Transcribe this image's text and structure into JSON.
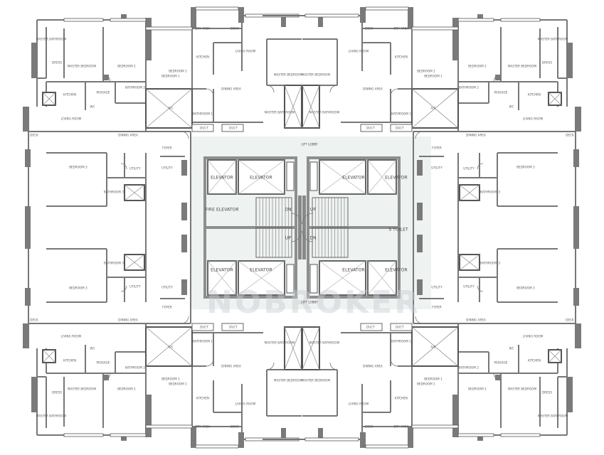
{
  "units": [
    {
      "rooms": [
        "MASTER BATHROOM",
        "DRESS",
        "MASTER BEDROOM",
        "BEDROOM 2",
        "KITCHEN",
        "PASSAGE",
        "BATHROOM 2",
        "WC",
        "LIVING ROOM",
        "DECK",
        "DINING AREA",
        "BEDROOM 1",
        "DRY AREA",
        "DECK",
        "KITCHEN",
        "LIVING ROOM",
        "BEDROOM 1",
        "DINING AREA",
        "BATHROOM 1",
        "MASTER BEDROOM",
        "MASTER BATHROOM",
        "DUCT",
        "DUCT",
        "BEDROOM 3",
        "UTILITY",
        "UTILITY",
        "BATHROOM 3",
        "FOYER",
        "A/C"
      ]
    },
    {
      "rooms": [
        "MASTER BATHROOM",
        "DRESS",
        "MASTER BEDROOM",
        "BEDROOM 2",
        "KITCHEN",
        "PASSAGE",
        "BATHROOM 2",
        "WC",
        "LIVING ROOM",
        "DECK",
        "DINING AREA",
        "BEDROOM 1",
        "DRY AREA",
        "DECK",
        "KITCHEN",
        "LIVING ROOM",
        "BEDROOM 1",
        "DINING AREA",
        "BATHROOM 1",
        "MASTER BEDROOM",
        "MASTER BATHROOM",
        "DUCT",
        "DUCT",
        "BEDROOM 3",
        "UTILITY",
        "UTILITY",
        "BATHROOM 3",
        "FOYER",
        "A/C"
      ]
    },
    {
      "rooms": [
        "MASTER BATHROOM",
        "DRESS",
        "MASTER BEDROOM",
        "BEDROOM 2",
        "KITCHEN",
        "PASSAGE",
        "BATHROOM 2",
        "WC",
        "LIVING ROOM",
        "DECK",
        "DINING AREA",
        "BEDROOM 1",
        "DRY AREA",
        "DECK",
        "KITCHEN",
        "LIVING ROOM",
        "BEDROOM 1",
        "DINING AREA",
        "BATHROOM 1",
        "MASTER BEDROOM",
        "MASTER BATHROOM",
        "DUCT",
        "DUCT",
        "BEDROOM 3",
        "UTILITY",
        "UTILITY",
        "BATHROOM 3",
        "FOYER",
        "A/C"
      ]
    },
    {
      "rooms": [
        "MASTER BATHROOM",
        "DRESS",
        "MASTER BEDROOM",
        "BEDROOM 2",
        "KITCHEN",
        "PASSAGE",
        "BATHROOM 2",
        "WC",
        "LIVING ROOM",
        "DECK",
        "DINING AREA",
        "BEDROOM 1",
        "DRY AREA",
        "DECK",
        "KITCHEN",
        "LIVING ROOM",
        "BEDROOM 1",
        "DINING AREA",
        "BATHROOM 1",
        "MASTER BEDROOM",
        "MASTER BATHROOM",
        "DUCT",
        "DUCT",
        "BEDROOM 3",
        "UTILITY",
        "UTILITY",
        "BATHROOM 3",
        "FOYER",
        "A/C"
      ]
    }
  ],
  "core": {
    "labels": [
      "ELEVATOR",
      "ELEVATOR",
      "ELEVATOR",
      "ELEVATOR",
      "ELEVATOR",
      "ELEVATOR",
      "ELEVATOR",
      "ELEVATOR",
      "FIRE ELEVATOR",
      "DN",
      "UP",
      "UP",
      "DN",
      "S TOILET",
      "LIFT LOBBY",
      "LIFT LOBBY"
    ]
  },
  "watermark": "NOBROKER",
  "colors": {
    "wall": "#8e8e8e",
    "column": "#7a7a7a",
    "lobby": "#eef2f1",
    "line": "#666666"
  }
}
